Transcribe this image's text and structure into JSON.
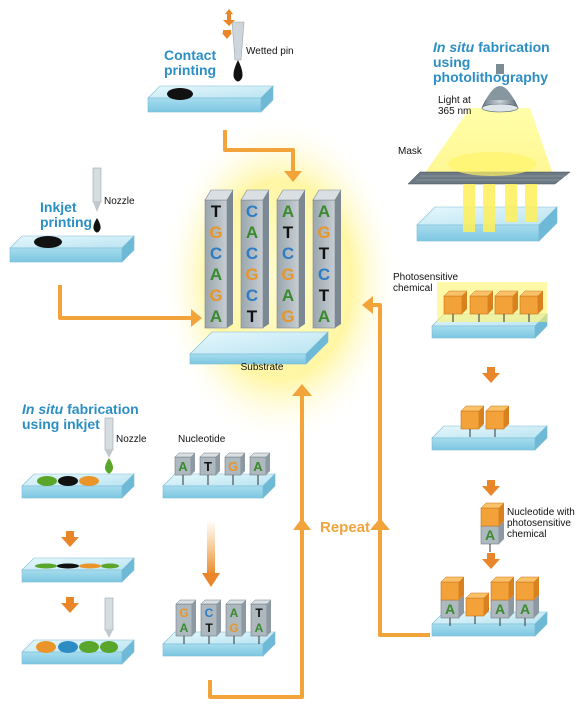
{
  "headings": {
    "contact": [
      "Contact",
      "printing"
    ],
    "inkjet": [
      "Inkjet",
      "printing"
    ],
    "photo_italic": "In situ",
    "photo_rest1": " fabrication",
    "photo_line2": "using photolithography",
    "insitu_italic": "In situ",
    "insitu_rest1": " fabrication",
    "insitu_line2": "using inkjet"
  },
  "labels": {
    "wetted_pin": "Wetted pin",
    "nozzle": "Nozzle",
    "nozzle2": "Nozzle",
    "light": [
      "Light at",
      "365 nm"
    ],
    "mask": "Mask",
    "photosensitive": [
      "Photosensitive",
      "chemical"
    ],
    "nucleotide": "Nucleotide",
    "nucleotide_with": [
      "Nucleotide with",
      "photosensitive",
      "chemical"
    ],
    "substrate": "Substrate",
    "repeat": "Repeat"
  },
  "array_columns": [
    [
      "T",
      "G",
      "C",
      "A",
      "G",
      "A"
    ],
    [
      "C",
      "A",
      "C",
      "G",
      "C",
      "T"
    ],
    [
      "A",
      "T",
      "C",
      "G",
      "A",
      "G"
    ],
    [
      "A",
      "G",
      "T",
      "C",
      "T",
      "A"
    ]
  ],
  "nucleotide_row": [
    "A",
    "T",
    "G",
    "A"
  ],
  "stacked_pairs": [
    [
      "G",
      "A"
    ],
    [
      "C",
      "T"
    ],
    [
      "A",
      "G"
    ],
    [
      "T",
      "A"
    ]
  ],
  "photo_letters": [
    "A",
    "A",
    "A"
  ],
  "single_nuc": "A",
  "colors": {
    "accent_blue": "#2b8ec4",
    "arrow_orange": "#f2a33a",
    "glow_yellow": "#fff59a",
    "base_A": "#3a8a2e",
    "base_C": "#2e7cc4",
    "base_G": "#e8952a",
    "base_T": "#111111"
  }
}
